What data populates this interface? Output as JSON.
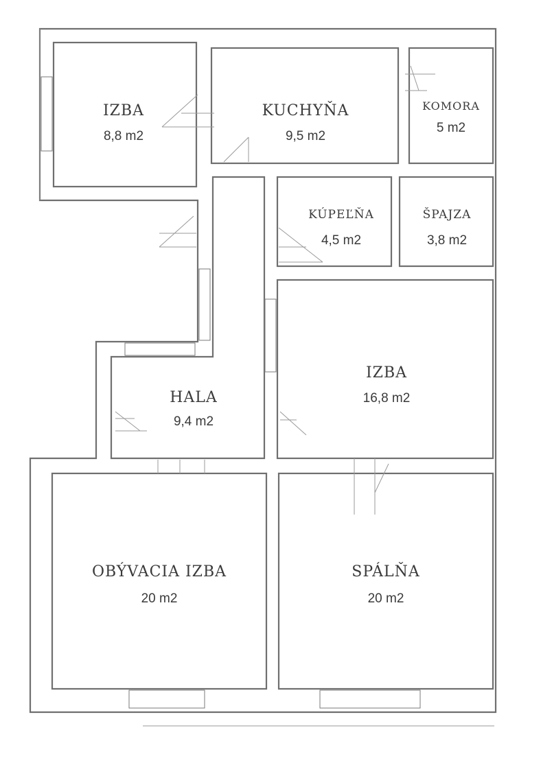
{
  "rooms": [
    {
      "id": "izba-small",
      "name": "IZBA",
      "area": "8,8 m2"
    },
    {
      "id": "kuchyna",
      "name": "KUCHYŇA",
      "area": "9,5 m2"
    },
    {
      "id": "komora",
      "name": "KOMORA",
      "area": "5 m2"
    },
    {
      "id": "kupelna",
      "name": "KÚPEĽŇA",
      "area": "4,5 m2"
    },
    {
      "id": "spajza",
      "name": "ŠPAJZA",
      "area": "3,8 m2"
    },
    {
      "id": "hala",
      "name": "HALA",
      "area": "9,4 m2"
    },
    {
      "id": "izba-large",
      "name": "IZBA",
      "area": "16,8 m2"
    },
    {
      "id": "obyvacia",
      "name": "OBÝVACIA IZBA",
      "area": "20 m2"
    },
    {
      "id": "spalna",
      "name": "SPÁLŇA",
      "area": "20 m2"
    }
  ],
  "colors": {
    "wall": "#6f6f6f",
    "text": "#3a3a3a",
    "background": "#ffffff"
  }
}
